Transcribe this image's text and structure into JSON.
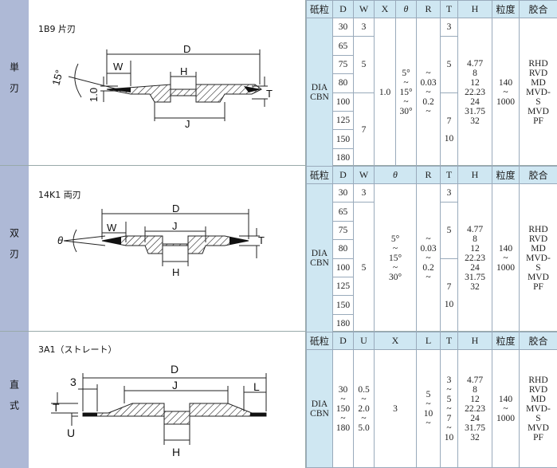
{
  "sections": [
    {
      "label": "単刃",
      "title": "1B9 片刃",
      "diagram_labels": {
        "D": "D",
        "W": "W",
        "H": "H",
        "J": "J",
        "T": "T",
        "angle": "15°",
        "thickness": "1.0"
      },
      "headers": [
        "砥粒",
        "D",
        "W",
        "X",
        "θ",
        "R",
        "T",
        "H",
        "粒度",
        "胶合"
      ],
      "abrasive": [
        "DIA",
        "CBN"
      ],
      "diameters": [
        "30",
        "65",
        "75",
        "80",
        "100",
        "125",
        "150",
        "180"
      ],
      "w_values": [
        "3",
        "5",
        "7"
      ],
      "x_value": "1.0",
      "theta": [
        "5°",
        "~",
        "15°",
        "~",
        "30°"
      ],
      "r": [
        "~",
        "0.03",
        "~",
        "0.2",
        "~"
      ],
      "t_values": [
        "3",
        "5",
        "7",
        "10"
      ],
      "h": [
        "4.77",
        "8",
        "12",
        "22.23",
        "24",
        "31.75",
        "32"
      ],
      "grit": [
        "140",
        "~",
        "1000"
      ],
      "bond": [
        "RHD",
        "RVD",
        "MD",
        "MVD-",
        "S",
        "MVD",
        "PF"
      ]
    },
    {
      "label": "双刃",
      "title": "14K1 両刃",
      "diagram_labels": {
        "D": "D",
        "W": "W",
        "J": "J",
        "H": "H",
        "T": "T",
        "angle": "θ"
      },
      "headers": [
        "砥粒",
        "D",
        "W",
        "θ",
        "R",
        "T",
        "H",
        "粒度",
        "胶合"
      ],
      "abrasive": [
        "DIA",
        "CBN"
      ],
      "diameters": [
        "30",
        "65",
        "75",
        "80",
        "100",
        "125",
        "150",
        "180"
      ],
      "w_values": [
        "3",
        "5"
      ],
      "theta": [
        "5°",
        "~",
        "15°",
        "~",
        "30°"
      ],
      "r": [
        "~",
        "0.03",
        "~",
        "0.2",
        "~"
      ],
      "t_values": [
        "3",
        "5",
        "7",
        "10"
      ],
      "h": [
        "4.77",
        "8",
        "12",
        "22.23",
        "24",
        "31.75",
        "32"
      ],
      "grit": [
        "140",
        "~",
        "1000"
      ],
      "bond": [
        "RHD",
        "RVD",
        "MD",
        "MVD-",
        "S",
        "MVD",
        "PF"
      ]
    },
    {
      "label": "直式",
      "title": "3A1（ストレート）",
      "diagram_labels": {
        "D": "D",
        "J": "J",
        "L": "L",
        "H": "H",
        "T": "T",
        "U": "U",
        "three": "3"
      },
      "headers": [
        "砥粒",
        "D",
        "U",
        "X",
        "L",
        "T",
        "H",
        "粒度",
        "胶合"
      ],
      "abrasive": [
        "DIA",
        "CBN"
      ],
      "d_range": [
        "30",
        "~",
        "150",
        "~",
        "180"
      ],
      "u_range": [
        "0.5",
        "~",
        "2.0",
        "~",
        "5.0"
      ],
      "x_value": "3",
      "l_range": [
        "5",
        "~",
        "10",
        "~"
      ],
      "t_range": [
        "3",
        "~",
        "5",
        "~",
        "7",
        "~",
        "10"
      ],
      "h": [
        "4.77",
        "8",
        "12",
        "22.23",
        "24",
        "31.75",
        "32"
      ],
      "grit": [
        "140",
        "~",
        "1000"
      ],
      "bond": [
        "RHD",
        "RVD",
        "MD",
        "MVD-",
        "S",
        "MVD",
        "PF"
      ]
    }
  ]
}
